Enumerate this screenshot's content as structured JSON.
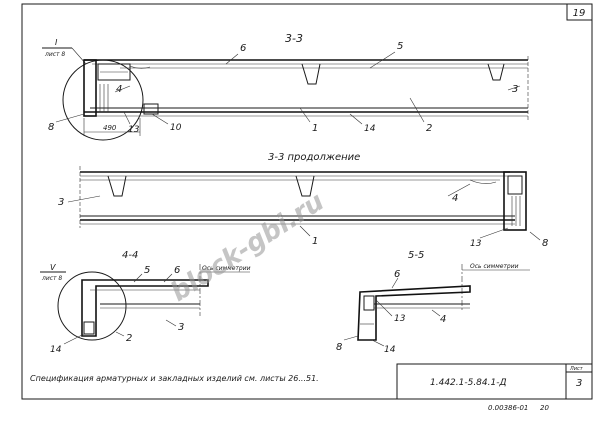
{
  "sheet_number": "19",
  "sections": {
    "s33": "3-3",
    "s33cont": "3-3 продолжение",
    "s44": "4-4",
    "s55": "5-5"
  },
  "callouts": {
    "c1": {
      "roman": "I",
      "sheet": "лист 8"
    },
    "c2": {
      "roman": "V",
      "sheet": "лист 8"
    }
  },
  "labels": {
    "axis_symmetry_a": "Ось симметрии",
    "axis_symmetry_b": "Ось симметрии"
  },
  "dimension": "490",
  "positions": {
    "top": [
      "6",
      "5",
      "4",
      "13",
      "10",
      "1",
      "14",
      "2",
      "3",
      "8"
    ],
    "middle": [
      "3",
      "4",
      "1",
      "13",
      "8"
    ],
    "s44": [
      "5",
      "6",
      "3",
      "2",
      "14"
    ],
    "s55": [
      "6",
      "4",
      "13",
      "8",
      "14"
    ]
  },
  "spec_note": "Спецификация арматурных и закладных изделий см. листы 26...51.",
  "title_block": {
    "designation": "1.442.1-5.84.1-Д",
    "sheet_label": "Лист",
    "sheet_no": "3"
  },
  "footer_code": "0.00386-01",
  "footer_num": "20",
  "watermark": "block-gbi.ru"
}
